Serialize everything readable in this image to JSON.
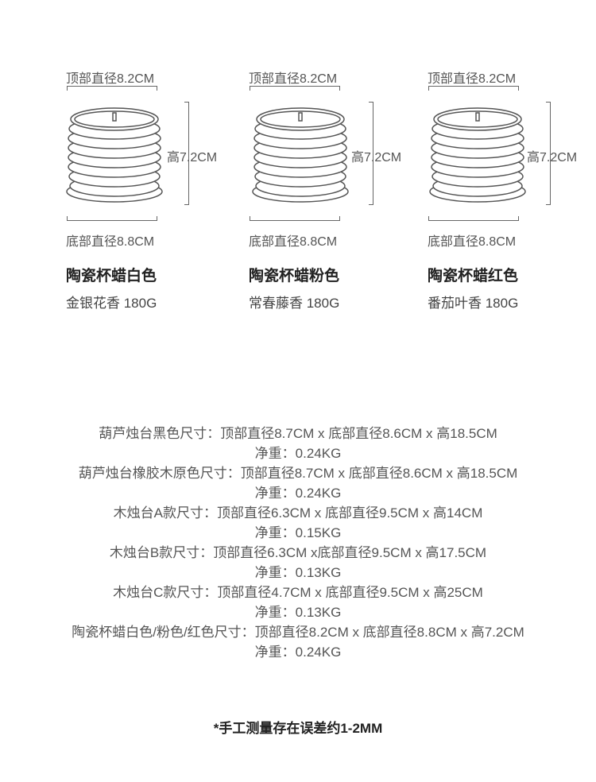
{
  "products": [
    {
      "top_dim": "顶部直径8.2CM",
      "bottom_dim": "底部直径8.8CM",
      "height_dim": "高7.2CM",
      "name": "陶瓷杯蜡白色",
      "scent": "金银花香 180G"
    },
    {
      "top_dim": "顶部直径8.2CM",
      "bottom_dim": "底部直径8.8CM",
      "height_dim": "高7.2CM",
      "name": "陶瓷杯蜡粉色",
      "scent": "常春藤香 180G"
    },
    {
      "top_dim": "顶部直径8.2CM",
      "bottom_dim": "底部直径8.8CM",
      "height_dim": "高7.2CM",
      "name": "陶瓷杯蜡红色",
      "scent": "番茄叶香 180G"
    }
  ],
  "specs": [
    "葫芦烛台黑色尺寸：顶部直径8.7CM x 底部直径8.6CM x 高18.5CM",
    "净重：0.24KG",
    "葫芦烛台橡胶木原色尺寸：顶部直径8.7CM x 底部直径8.6CM x 高18.5CM",
    "净重：0.24KG",
    "木烛台A款尺寸：顶部直径6.3CM x 底部直径9.5CM x 高14CM",
    "净重：0.15KG",
    "木烛台B款尺寸：顶部直径6.3CM x底部直径9.5CM x  高17.5CM",
    "净重：0.13KG",
    "木烛台C款尺寸：顶部直径4.7CM x 底部直径9.5CM x 高25CM",
    "净重：0.13KG",
    "陶瓷杯蜡白色/粉色/红色尺寸：顶部直径8.2CM x 底部直径8.8CM x 高7.2CM",
    "净重：0.24KG"
  ],
  "note": "*手工测量存在误差约1-2MM"
}
